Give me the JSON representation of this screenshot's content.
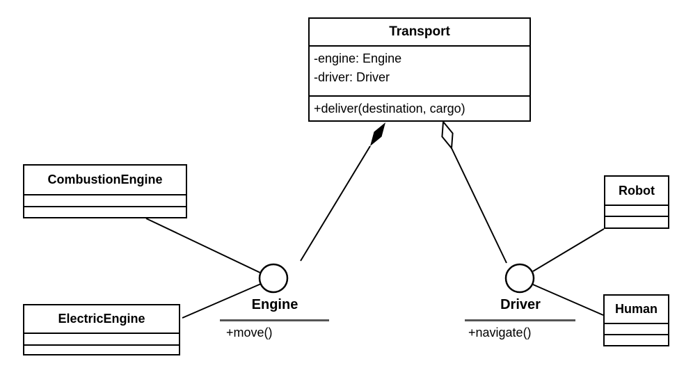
{
  "diagram": {
    "kind": "uml-class-diagram",
    "colors": {
      "stroke": "#000000",
      "background": "#ffffff",
      "interface_separator": "#555555"
    }
  },
  "classes": [
    {
      "name": "Transport",
      "attributes": [
        "-engine: Engine",
        "-driver: Driver"
      ],
      "methods": [
        "+deliver(destination, cargo)"
      ]
    },
    {
      "name": "CombustionEngine",
      "attributes": [],
      "methods": []
    },
    {
      "name": "ElectricEngine",
      "attributes": [],
      "methods": []
    },
    {
      "name": "Robot",
      "attributes": [],
      "methods": []
    },
    {
      "name": "Human",
      "attributes": [],
      "methods": []
    }
  ],
  "interfaces": [
    {
      "name": "Engine",
      "operations": [
        "+move()"
      ]
    },
    {
      "name": "Driver",
      "operations": [
        "+navigate()"
      ]
    }
  ],
  "relationships": [
    {
      "from": "Transport",
      "to": "Engine",
      "type": "composition",
      "marker": "filled-diamond"
    },
    {
      "from": "Transport",
      "to": "Driver",
      "type": "aggregation",
      "marker": "hollow-diamond"
    },
    {
      "from": "CombustionEngine",
      "to": "Engine",
      "type": "association"
    },
    {
      "from": "ElectricEngine",
      "to": "Engine",
      "type": "association"
    },
    {
      "from": "Robot",
      "to": "Driver",
      "type": "association"
    },
    {
      "from": "Human",
      "to": "Driver",
      "type": "association"
    }
  ]
}
